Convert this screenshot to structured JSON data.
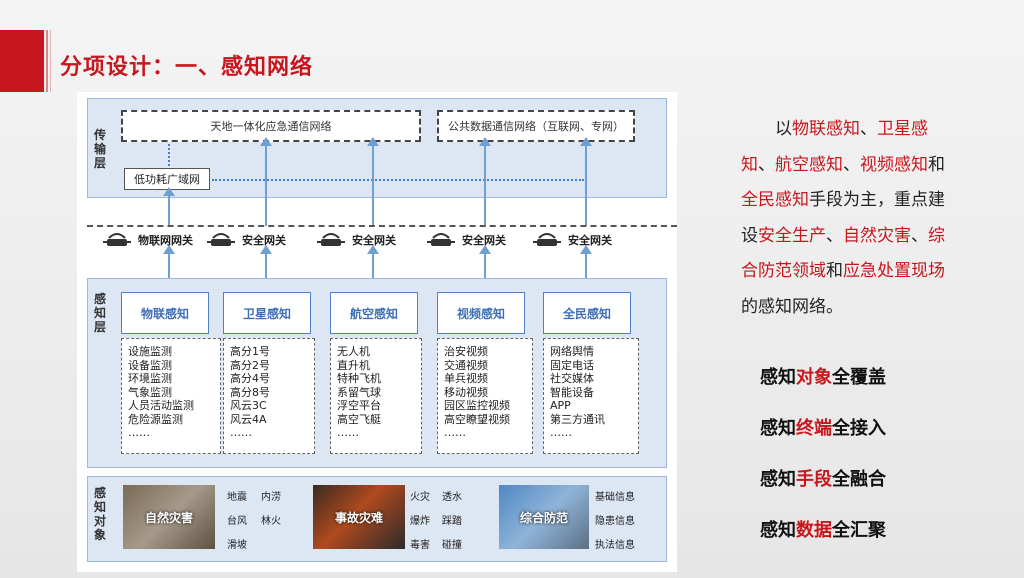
{
  "title": "分项设计：一、感知网络",
  "layers": {
    "transport": "传输层",
    "perception": "感知层",
    "objects": "感知对象"
  },
  "network": {
    "integrated": "天地一体化应急通信网络",
    "public": "公共数据通信网络（互联网、专网）",
    "lpwan": "低功耗广域网"
  },
  "gateways": [
    "物联网网关",
    "安全网关",
    "安全网关",
    "安全网关",
    "安全网关"
  ],
  "categories": [
    {
      "name": "物联感知",
      "items": [
        "设施监测",
        "设备监测",
        "环境监测",
        "气象监测",
        "人员活动监测",
        "危险源监测",
        "……"
      ]
    },
    {
      "name": "卫星感知",
      "items": [
        "高分1号",
        "高分2号",
        "高分4号",
        "高分8号",
        "风云3C",
        "风云4A",
        "……"
      ]
    },
    {
      "name": "航空感知",
      "items": [
        "无人机",
        "直升机",
        "特种飞机",
        "系留气球",
        "浮空平台",
        "高空飞艇",
        "……"
      ]
    },
    {
      "name": "视频感知",
      "items": [
        "治安视频",
        "交通视频",
        "单兵视频",
        "移动视频",
        "园区监控视频",
        "高空瞭望视频",
        "……"
      ]
    },
    {
      "name": "全民感知",
      "items": [
        "网络舆情",
        "固定电话",
        "社交媒体",
        "智能设备",
        "APP",
        "第三方通讯",
        "……"
      ]
    }
  ],
  "objects": [
    {
      "name": "自然灾害",
      "tags": [
        "地震",
        "内涝",
        "台风",
        "林火",
        "滑坡"
      ]
    },
    {
      "name": "事故灾难",
      "tags": [
        "火灾",
        "透水",
        "爆炸",
        "踩踏",
        "毒害",
        "碰撞"
      ]
    },
    {
      "name": "综合防范",
      "tags": [
        "基础信息",
        "隐患信息",
        "执法信息"
      ]
    }
  ],
  "paragraph": [
    {
      "t": "以",
      "hl": false
    },
    {
      "t": "物联感知",
      "hl": true
    },
    {
      "t": "、",
      "hl": false
    },
    {
      "t": "卫星感知",
      "hl": true
    },
    {
      "t": "、",
      "hl": false
    },
    {
      "t": "航空感知",
      "hl": true
    },
    {
      "t": "、",
      "hl": false
    },
    {
      "t": "视频感知",
      "hl": true
    },
    {
      "t": "和",
      "hl": false
    },
    {
      "t": "全民感知",
      "hl": true
    },
    {
      "t": "手段为主，重点建设",
      "hl": false
    },
    {
      "t": "安全生产",
      "hl": true
    },
    {
      "t": "、",
      "hl": false
    },
    {
      "t": "自然灾害",
      "hl": true
    },
    {
      "t": "、",
      "hl": false
    },
    {
      "t": "综合防范领域",
      "hl": true
    },
    {
      "t": "和",
      "hl": false
    },
    {
      "t": "应急处置现场",
      "hl": true
    },
    {
      "t": "的感知网络。",
      "hl": false
    }
  ],
  "points": [
    {
      "pre": "感知",
      "hl": "对象",
      "post": "全覆盖"
    },
    {
      "pre": "感知",
      "hl": "终端",
      "post": "全接入"
    },
    {
      "pre": "感知",
      "hl": "手段",
      "post": "全融合"
    },
    {
      "pre": "感知",
      "hl": "数据",
      "post": "全汇聚"
    }
  ],
  "colors": {
    "accent": "#c8161e",
    "band": "#dde6f3",
    "category_text": "#3f6fb4"
  }
}
